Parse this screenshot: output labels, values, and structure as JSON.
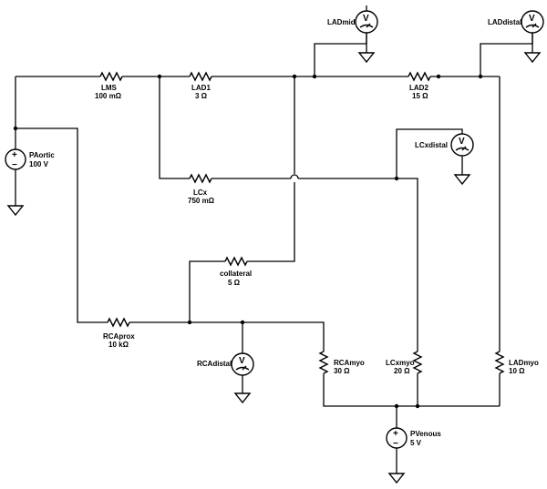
{
  "components": {
    "lms": {
      "name": "LMS",
      "value": "100 mΩ"
    },
    "lad1": {
      "name": "LAD1",
      "value": "3 Ω"
    },
    "lad2": {
      "name": "LAD2",
      "value": "15 Ω"
    },
    "lcx": {
      "name": "LCx",
      "value": "750 mΩ"
    },
    "collateral": {
      "name": "collateral",
      "value": "5 Ω"
    },
    "rcaprox": {
      "name": "RCAprox",
      "value": "10 kΩ"
    },
    "rcamyo": {
      "name": "RCAmyo",
      "value": "30 Ω"
    },
    "lcxmyo": {
      "name": "LCxmyo",
      "value": "20 Ω"
    },
    "ladmyo": {
      "name": "LADmyo",
      "value": "10 Ω"
    },
    "paortic": {
      "name": "PAortic",
      "value": "100 V"
    },
    "pvenous": {
      "name": "PVenous",
      "value": "5 V"
    }
  },
  "meters": {
    "ladmid": {
      "name": "LADmid",
      "symbol": "V"
    },
    "laddistal": {
      "name": "LADdistal",
      "symbol": "V"
    },
    "lcxdistal": {
      "name": "LCxdistal",
      "symbol": "V"
    },
    "rcadistal": {
      "name": "RCAdistal",
      "symbol": "V"
    }
  },
  "source_symbols": {
    "plus": "+",
    "minus": "−"
  }
}
